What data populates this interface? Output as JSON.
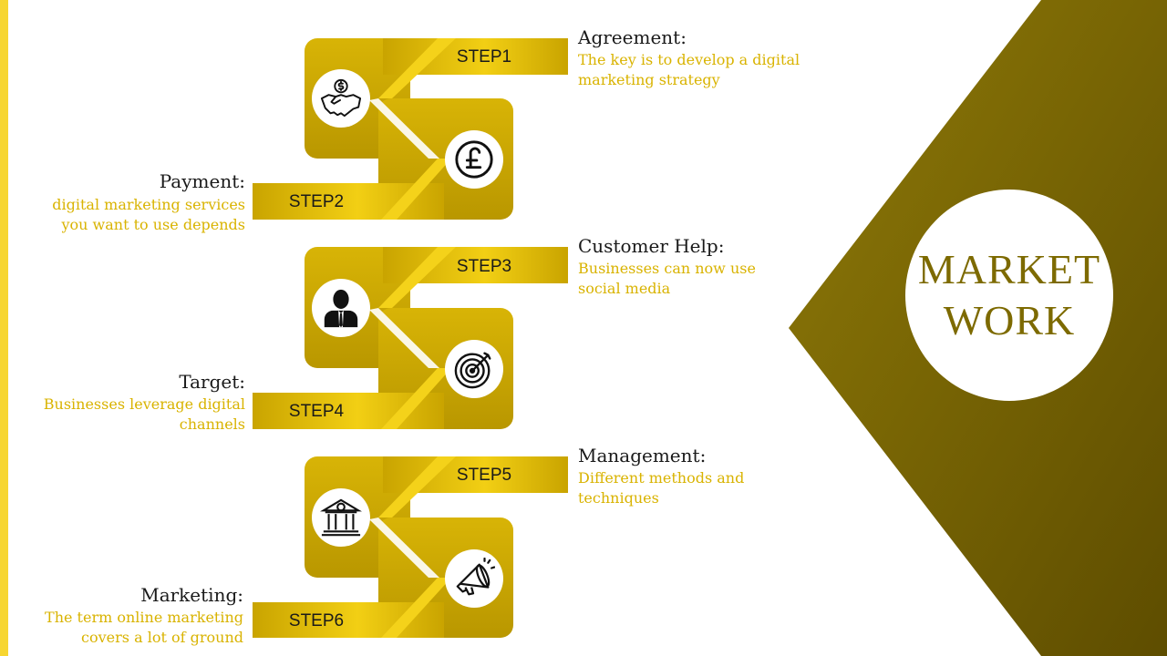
{
  "center": {
    "line1": "MARKET",
    "line2": "WORK"
  },
  "colors": {
    "accent_gold": "#e8c40a",
    "dark_gold": "#7a6400",
    "desc_text": "#d9b300",
    "left_bar": "#f7d631"
  },
  "steps": [
    {
      "label": "STEP1",
      "title": "Agreement:",
      "desc": "The key is to develop a digital marketing strategy",
      "icon": "handshake-money-icon"
    },
    {
      "label": "STEP2",
      "title": "Payment:",
      "desc": "digital marketing services you want to use depends",
      "icon": "pound-coin-icon"
    },
    {
      "label": "STEP3",
      "title": "Customer Help:",
      "desc": "Businesses can now use social media",
      "icon": "businessman-icon"
    },
    {
      "label": "STEP4",
      "title": "Target:",
      "desc": "Businesses leverage digital channels",
      "icon": "target-icon"
    },
    {
      "label": "STEP5",
      "title": "Management:",
      "desc": "Different methods and techniques",
      "icon": "bank-icon"
    },
    {
      "label": "STEP6",
      "title": "Marketing:",
      "desc": "The term online marketing covers a lot of ground",
      "icon": "megaphone-icon"
    }
  ]
}
